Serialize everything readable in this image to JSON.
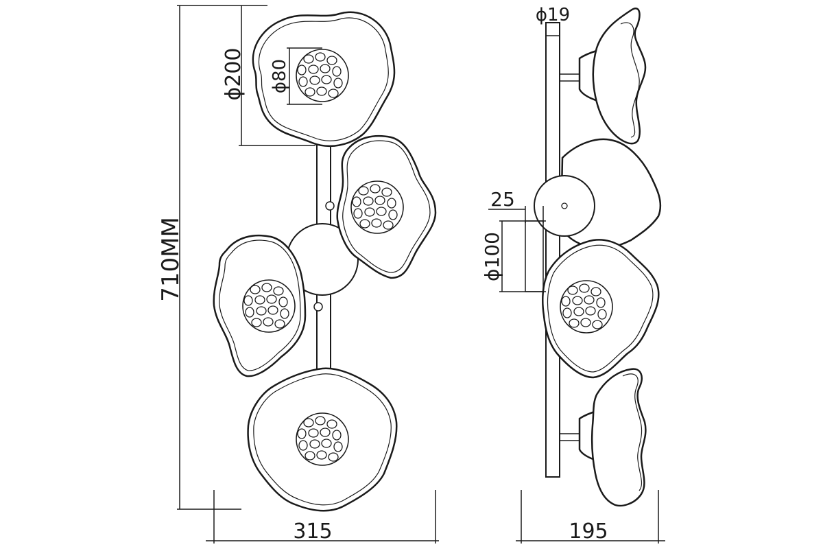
{
  "dimensions": {
    "overall_height": "710MM",
    "front_width": "315",
    "side_depth": "195",
    "shade_diameter": "ϕ200",
    "disc_diameter": "ϕ80",
    "rod_diameter": "ϕ19",
    "canopy_depth": "25",
    "canopy_diameter": "ϕ100"
  },
  "views": {
    "front": "front-view",
    "side": "side-view"
  }
}
